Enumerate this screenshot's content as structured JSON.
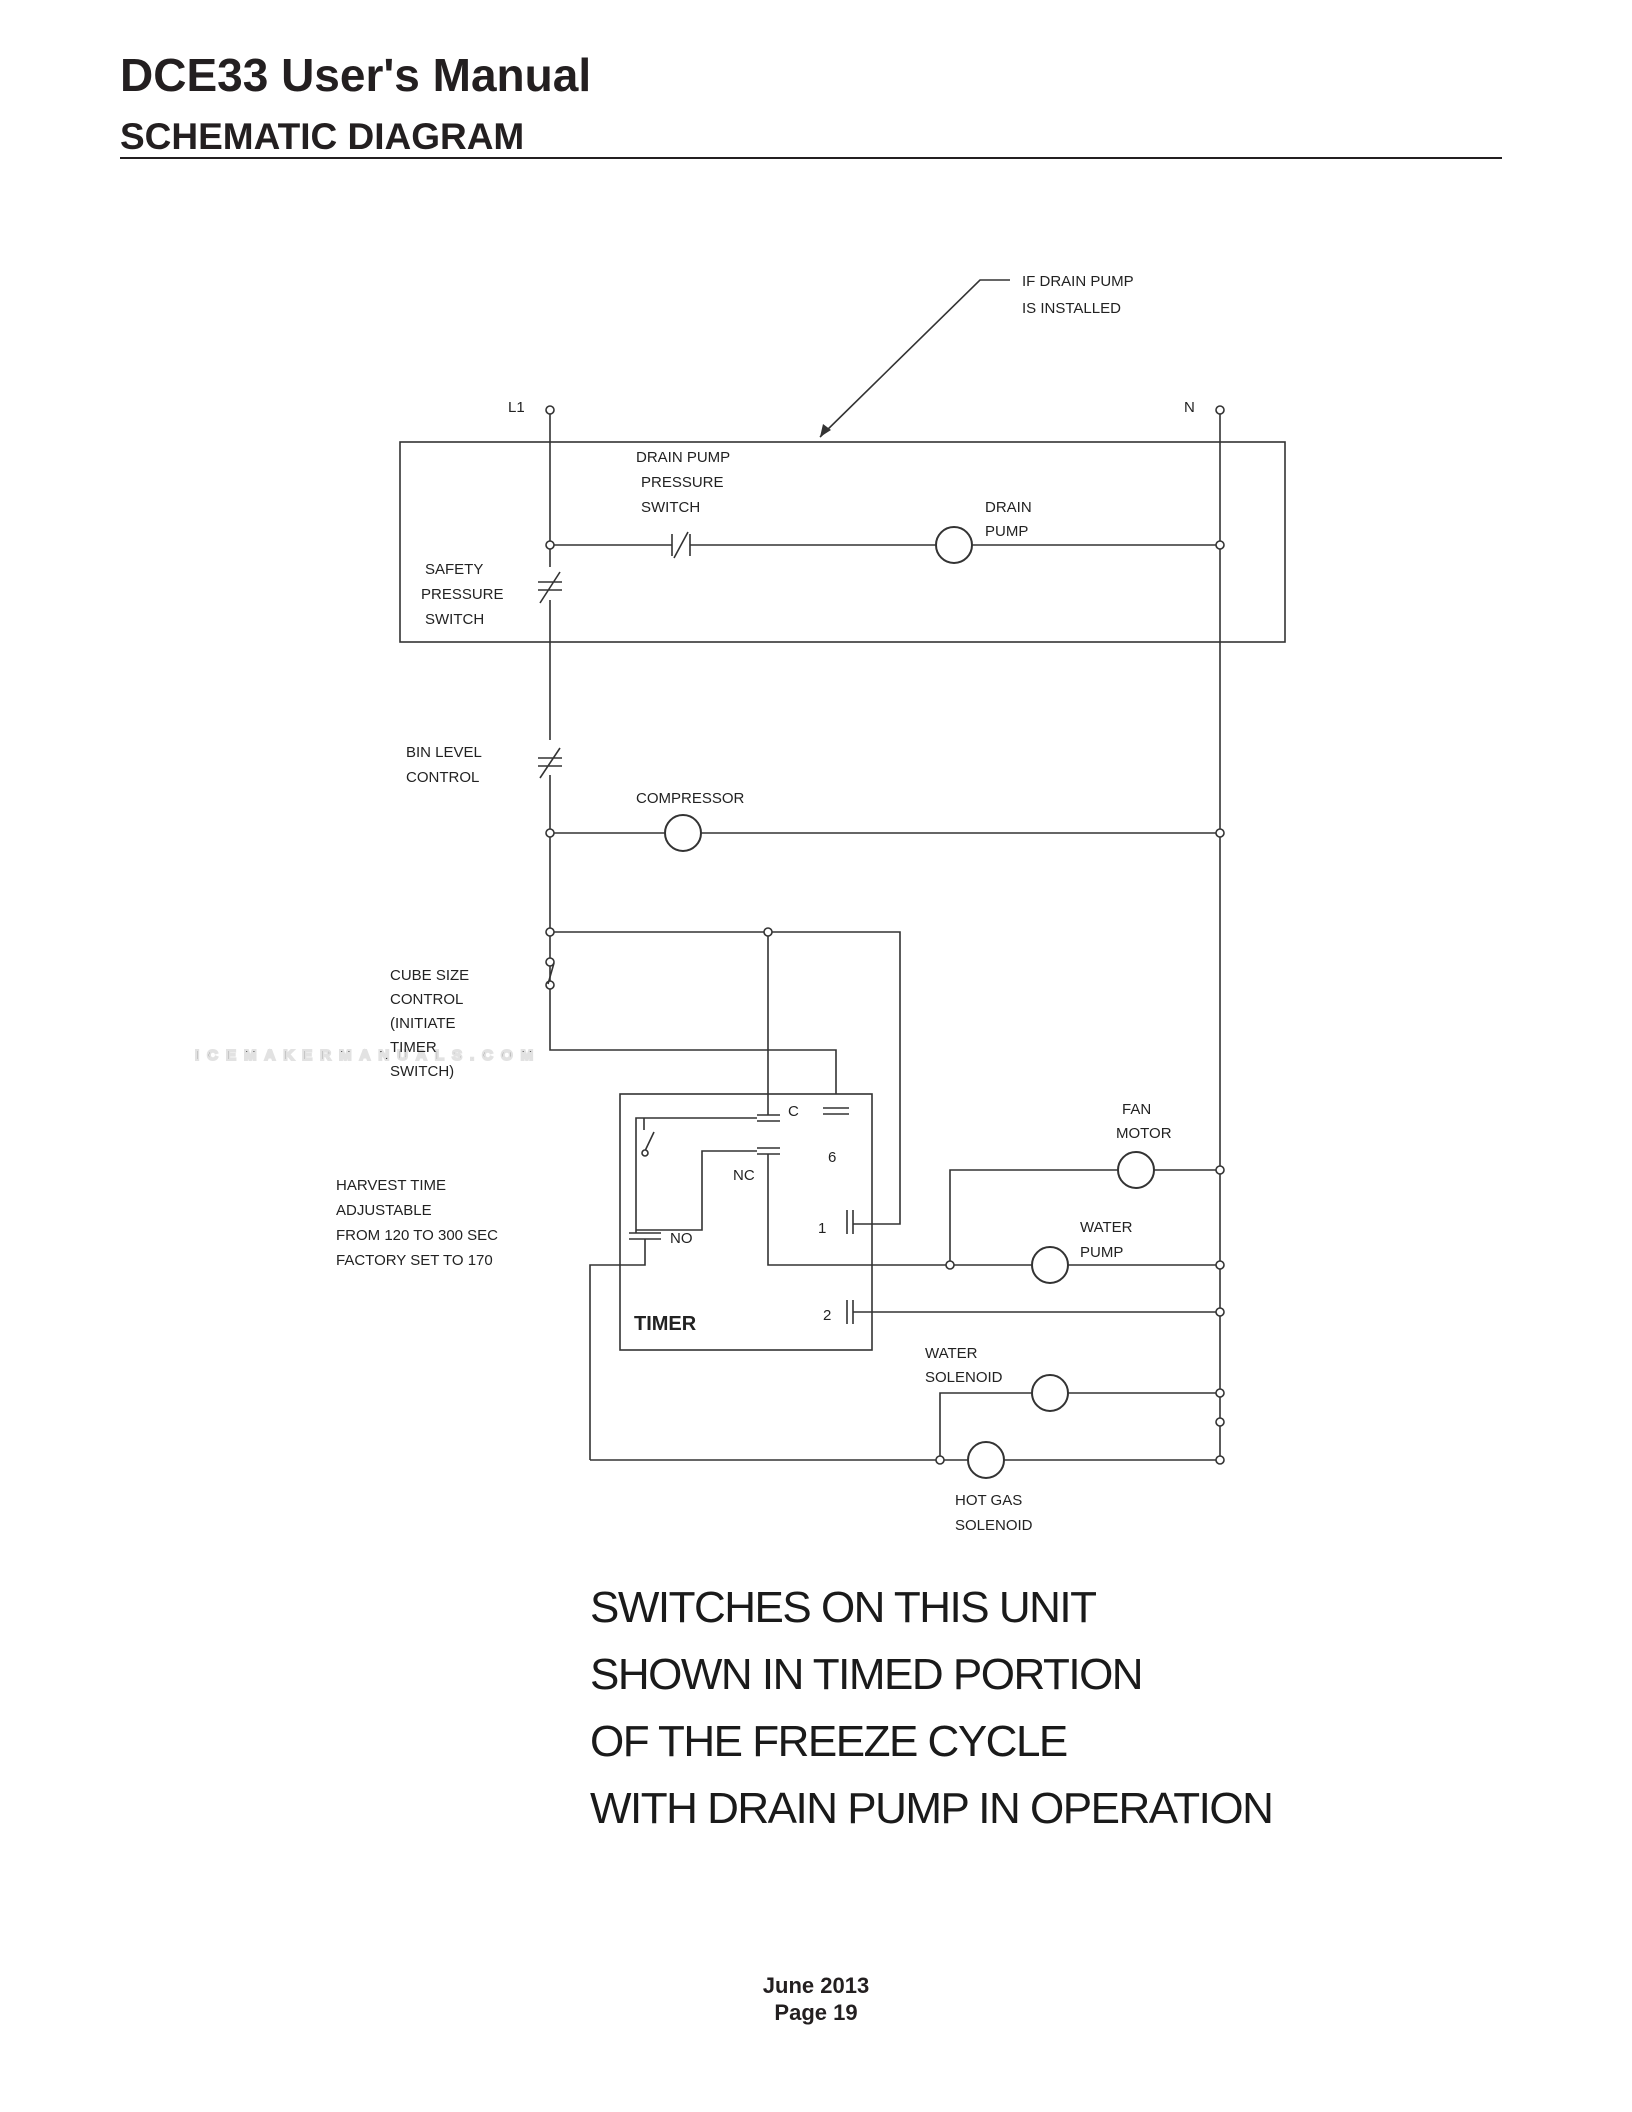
{
  "header": {
    "title": "DCE33 User's Manual",
    "subtitle": "SCHEMATIC DIAGRAM"
  },
  "diagram": {
    "callout_line1": "IF DRAIN PUMP",
    "callout_line2": "IS INSTALLED",
    "l1": "L1",
    "n": "N",
    "drain_pump_switch": [
      "DRAIN PUMP",
      "PRESSURE",
      "SWITCH"
    ],
    "drain_pump": [
      "DRAIN",
      "PUMP"
    ],
    "safety_switch": [
      "SAFETY",
      "PRESSURE",
      "SWITCH"
    ],
    "bin_level": [
      "BIN LEVEL",
      "CONTROL"
    ],
    "compressor": "COMPRESSOR",
    "cube_size": [
      "CUBE SIZE",
      "CONTROL",
      "(INITIATE",
      "TIMER",
      "SWITCH)"
    ],
    "harvest": [
      "HARVEST TIME",
      "ADJUSTABLE",
      "FROM 120 TO 300 SEC",
      "FACTORY SET TO 170"
    ],
    "timer_label": "TIMER",
    "terminal_c": "C",
    "terminal_nc": "NC",
    "terminal_no": "NO",
    "terminal_6": "6",
    "terminal_1": "1",
    "terminal_2": "2",
    "fan_motor": [
      "FAN",
      "MOTOR"
    ],
    "water_pump": [
      "WATER",
      "PUMP"
    ],
    "water_solenoid": [
      "WATER",
      "SOLENOID"
    ],
    "hot_gas_solenoid": [
      "HOT GAS",
      "SOLENOID"
    ],
    "watermark": "ICEMAKERMANUALS.COM"
  },
  "note": {
    "line1": "SWITCHES ON THIS UNIT",
    "line2": "SHOWN IN TIMED PORTION",
    "line3": "OF THE FREEZE CYCLE",
    "line4": "WITH DRAIN PUMP IN OPERATION"
  },
  "footer": {
    "date": "June 2013",
    "page": "Page 19"
  }
}
